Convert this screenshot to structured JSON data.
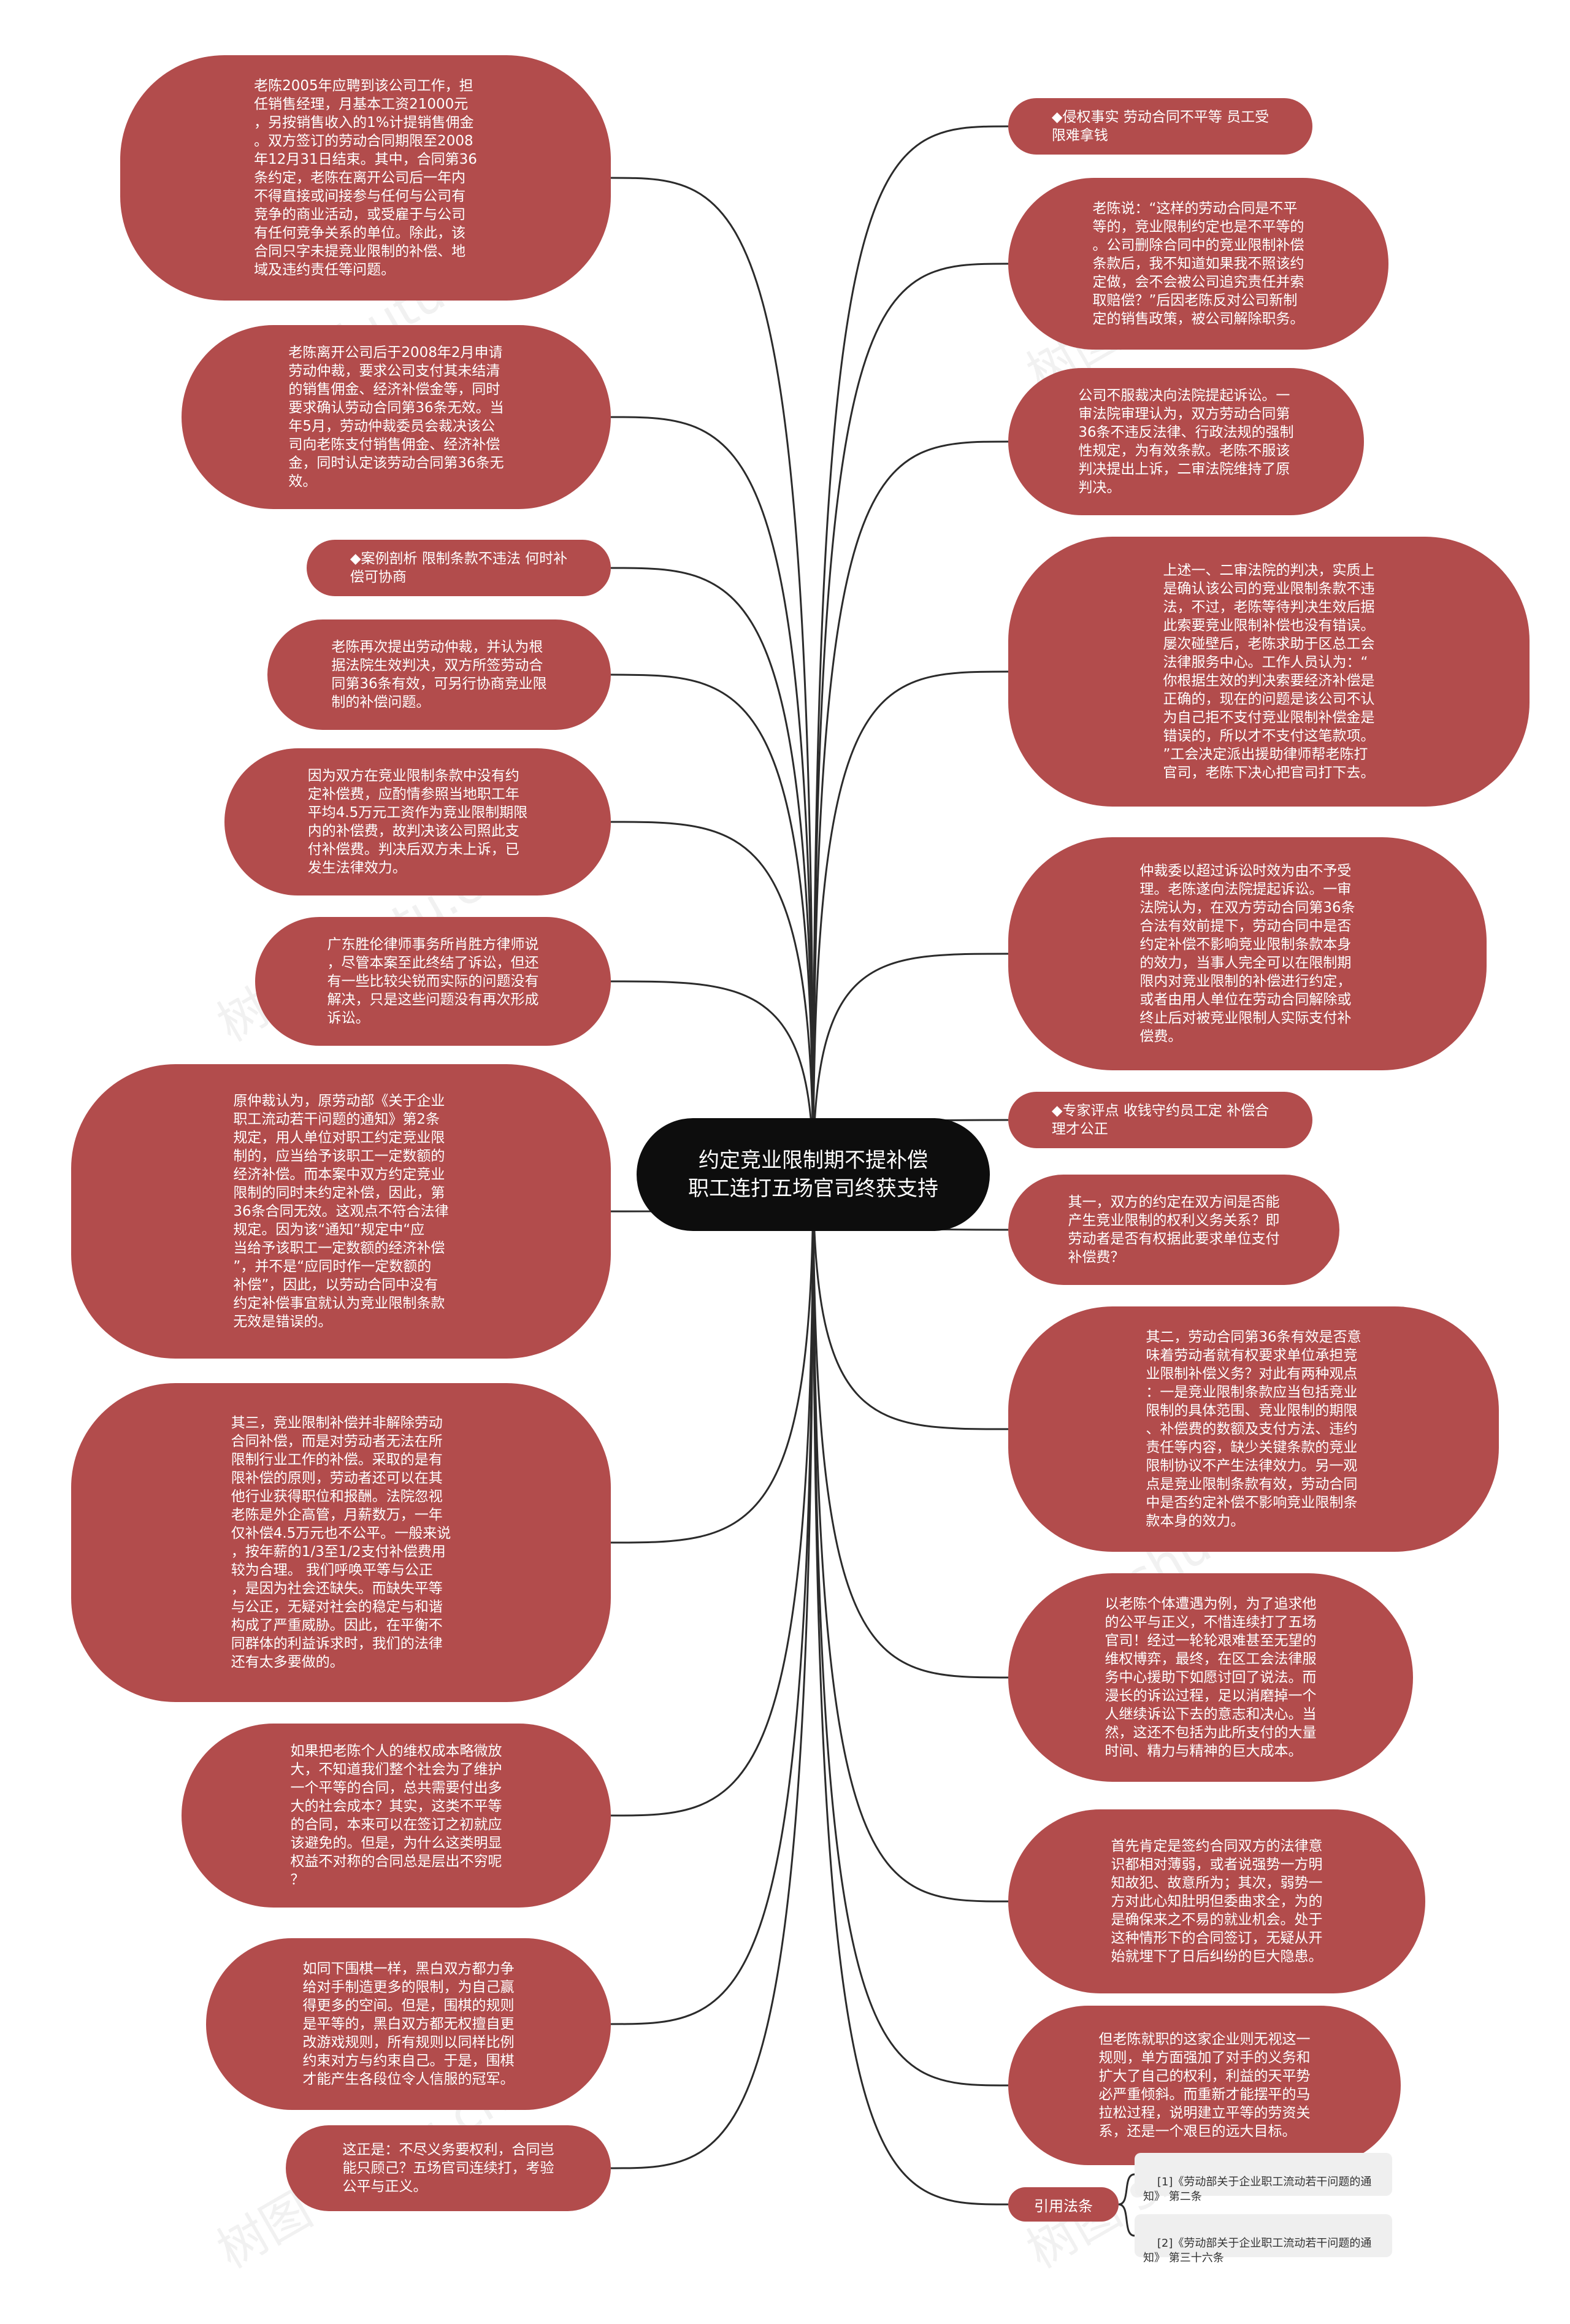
{
  "root": {
    "title": "约定竞业限制期不提补偿\n职工连打五场官司终获支持"
  },
  "left_nodes": [
    "老陈2005年应聘到该公司工作，担\n任销售经理，月基本工资21000元\n，另按销售收入的1%计提销售佣金\n。双方签订的劳动合同期限至2008\n年12月31日结束。其中，合同第36\n条约定，老陈在离开公司后一年内\n不得直接或间接参与任何与公司有\n竞争的商业活动，或受雇于与公司\n有任何竞争关系的单位。除此，该\n合同只字未提竞业限制的补偿、地\n域及违约责任等问题。",
    "老陈离开公司后于2008年2月申请\n劳动仲裁，要求公司支付其未结清\n的销售佣金、经济补偿金等，同时\n要求确认劳动合同第36条无效。当\n年5月，劳动仲裁委员会裁决该公\n司向老陈支付销售佣金、经济补偿\n金，同时认定该劳动合同第36条无\n效。",
    "◆案例剖析 限制条款不违法 何时补\n偿可协商",
    "老陈再次提出劳动仲裁，并认为根\n据法院生效判决，双方所签劳动合\n同第36条有效，可另行协商竞业限\n制的补偿问题。",
    "因为双方在竞业限制条款中没有约\n定补偿费，应酌情参照当地职工年\n平均4.5万元工资作为竞业限制期限\n内的补偿费，故判决该公司照此支\n付补偿费。判决后双方未上诉，已\n发生法律效力。",
    "广东胜伦律师事务所肖胜方律师说\n，尽管本案至此终结了诉讼，但还\n有一些比较尖锐而实际的问题没有\n解决，只是这些问题没有再次形成\n诉讼。",
    "原仲裁认为，原劳动部《关于企业\n职工流动若干问题的通知》第2条\n规定，用人单位对职工约定竞业限\n制的，应当给予该职工一定数额的\n经济补偿。而本案中双方约定竞业\n限制的同时未约定补偿，因此，第\n36条合同无效。这观点不符合法律\n规定。因为该“通知”规定中“应\n当给予该职工一定数额的经济补偿\n”，并不是“应同时作一定数额的\n补偿”，因此，以劳动合同中没有\n约定补偿事宜就认为竞业限制条款\n无效是错误的。",
    "其三，竞业限制补偿并非解除劳动\n合同补偿，而是对劳动者无法在所\n限制行业工作的补偿。采取的是有\n限补偿的原则，劳动者还可以在其\n他行业获得职位和报酬。法院忽视\n老陈是外企高管，月薪数万，一年\n仅补偿4.5万元也不公平。一般来说\n，按年薪的1/3至1/2支付补偿费用\n较为合理。 我们呼唤平等与公正\n，是因为社会还缺失。而缺失平等\n与公正，无疑对社会的稳定与和谐\n构成了严重威胁。因此，在平衡不\n同群体的利益诉求时，我们的法律\n还有太多要做的。",
    "如果把老陈个人的维权成本略微放\n大，不知道我们整个社会为了维护\n一个平等的合同，总共需要付出多\n大的社会成本？其实，这类不平等\n的合同，本来可以在签订之初就应\n该避免的。但是，为什么这类明显\n权益不对称的合同总是层出不穷呢\n？",
    "如同下围棋一样，黑白双方都力争\n给对手制造更多的限制，为自己赢\n得更多的空间。但是，围棋的规则\n是平等的，黑白双方都无权擅自更\n改游戏规则，所有规则以同样比例\n约束对方与约束自己。于是，围棋\n才能产生各段位令人信服的冠军。",
    "这正是：不尽义务要权利，合同岂\n能只顾己？五场官司连续打，考验\n公平与正义。"
  ],
  "right_nodes": [
    "◆侵权事实 劳动合同不平等 员工受\n限难拿钱",
    "老陈说：“这样的劳动合同是不平\n等的，竞业限制约定也是不平等的\n。公司删除合同中的竞业限制补偿\n条款后，我不知道如果我不照该约\n定做，会不会被公司追究责任并索\n取赔偿？”后因老陈反对公司新制\n定的销售政策，被公司解除职务。",
    "公司不服裁决向法院提起诉讼。一\n审法院审理认为，双方劳动合同第\n36条不违反法律、行政法规的强制\n性规定，为有效条款。老陈不服该\n判决提出上诉，二审法院维持了原\n判决。",
    "上述一、二审法院的判决，实质上\n是确认该公司的竞业限制条款不违\n法，不过，老陈等待判决生效后据\n此索要竞业限制补偿也没有错误。\n屡次碰壁后，老陈求助于区总工会\n法律服务中心。工作人员认为：“\n你根据生效的判决索要经济补偿是\n正确的，现在的问题是该公司不认\n为自己拒不支付竞业限制补偿金是\n错误的，所以才不支付这笔款项。\n”工会决定派出援助律师帮老陈打\n官司，老陈下决心把官司打下去。",
    "仲裁委以超过诉讼时效为由不予受\n理。老陈遂向法院提起诉讼。一审\n法院认为，在双方劳动合同第36条\n合法有效前提下，劳动合同中是否\n约定补偿不影响竞业限制条款本身\n的效力，当事人完全可以在限制期\n限内对竞业限制的补偿进行约定，\n或者由用人单位在劳动合同解除或\n终止后对被竞业限制人实际支付补\n偿费。",
    "◆专家评点 收钱守约员工定 补偿合\n理才公正",
    "其一，双方的约定在双方间是否能\n产生竞业限制的权利义务关系？即\n劳动者是否有权据此要求单位支付\n补偿费？",
    "其二，劳动合同第36条有效是否意\n味着劳动者就有权要求单位承担竞\n业限制补偿义务？对此有两种观点\n：一是竞业限制条款应当包括竞业\n限制的具体范围、竞业限制的期限\n、补偿费的数额及支付方法、违约\n责任等内容，缺少关键条款的竞业\n限制协议不产生法律效力。另一观\n点是竞业限制条款有效，劳动合同\n中是否约定补偿不影响竞业限制条\n款本身的效力。",
    "以老陈个体遭遇为例，为了追求他\n的公平与正义，不惜连续打了五场\n官司！经过一轮轮艰难甚至无望的\n维权博弈，最终，在区工会法律服\n务中心援助下如愿讨回了说法。而\n漫长的诉讼过程，足以消磨掉一个\n人继续诉讼下去的意志和决心。当\n然，这还不包括为此所支付的大量\n时间、精力与精神的巨大成本。",
    "首先肯定是签约合同双方的法律意\n识都相对薄弱，或者说强势一方明\n知故犯、故意所为；其次，弱势一\n方对此心知肚明但委曲求全，为的\n是确保来之不易的就业机会。处于\n这种情形下的合同签订，无疑从开\n始就埋下了日后纠纷的巨大隐患。",
    "但老陈就职的这家企业则无视这一\n规则，单方面强加了对手的义务和\n扩大了自己的权利，利益的天平势\n必严重倾斜。而重新才能摆平的马\n拉松过程，说明建立平等的劳资关\n系，还是一个艰巨的远大目标。"
  ],
  "citation": {
    "label": "引用法条",
    "refs": [
      "[1]《劳动部关于企业职工流动若干问题的通\n知》 第二条",
      "[2]《劳动部关于企业职工流动若干问题的通\n知》 第三十六条"
    ]
  },
  "watermark": "树图 shutu.cn",
  "colors": {
    "node": "#b24c4c",
    "root": "#0d0d0d",
    "line": "#2b2b2b",
    "ref_bg": "#efefef"
  }
}
